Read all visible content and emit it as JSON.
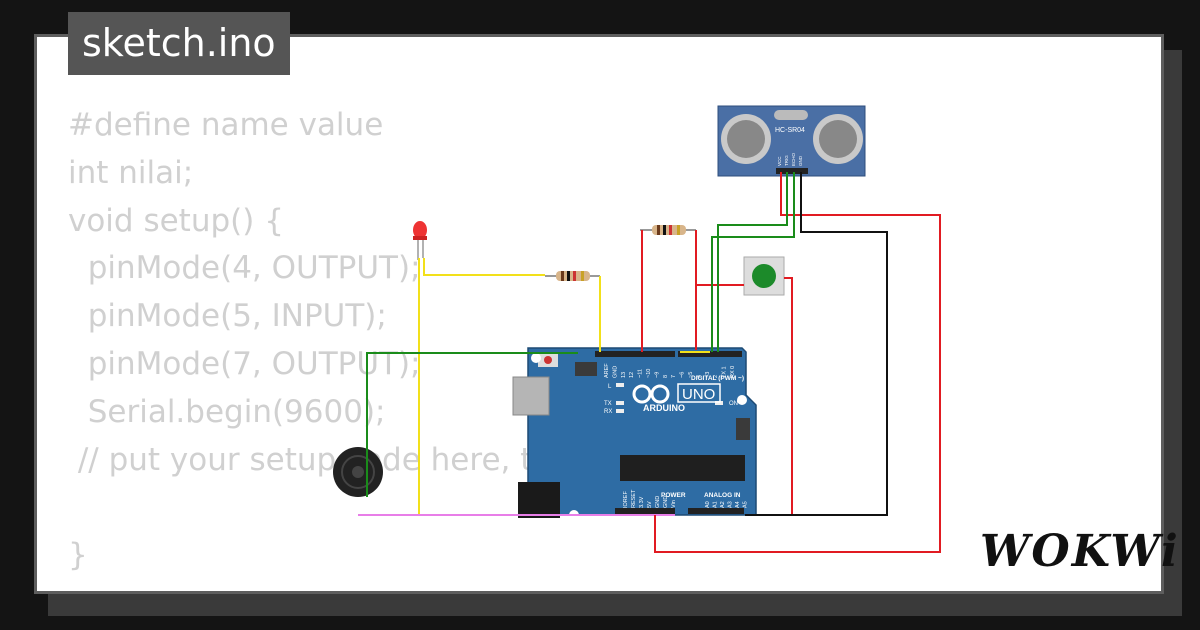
{
  "title": "sketch.ino",
  "brand": "WOKWi",
  "code_lines": [
    "#define name value",
    "int nilai;",
    "void setup() {",
    "  pinMode(4, OUTPUT);",
    "  pinMode(5, INPUT);",
    "  pinMode(7, OUTPUT);",
    "  Serial.begin(9600);",
    " // put your setup code here, to run once:",
    "",
    "}"
  ],
  "sensor": {
    "label": "HC-SR04",
    "pins": [
      "VCC",
      "TRIG",
      "ECHO",
      "GND"
    ]
  },
  "board": {
    "brand": "ARDUINO",
    "model": "UNO",
    "digital_label": "DIGITAL (PWM ~)",
    "power_label": "POWER",
    "analog_label": "ANALOG IN",
    "on_label": "ON",
    "l_label": "L",
    "tx_label": "TX",
    "rx_label": "RX",
    "top_pins": [
      "AREF",
      "GND",
      "13",
      "12",
      "~11",
      "~10",
      "~9",
      "8",
      "7",
      "~6",
      "~5",
      "4",
      "~3",
      "2",
      "TX 1",
      "RX 0"
    ],
    "power_pins": [
      "IOREF",
      "RESET",
      "3.3V",
      "5V",
      "GND",
      "GND",
      "Vin"
    ],
    "analog_pins": [
      "A0",
      "A1",
      "A2",
      "A3",
      "A4",
      "A5"
    ]
  },
  "colors": {
    "wire_red": "#e11b22",
    "wire_black": "#111111",
    "wire_green": "#1a8c1a",
    "wire_yellow": "#f2e01a",
    "wire_pink": "#e87ee8",
    "board": "#2e6ca4",
    "sensor": "#4a6fa5"
  }
}
